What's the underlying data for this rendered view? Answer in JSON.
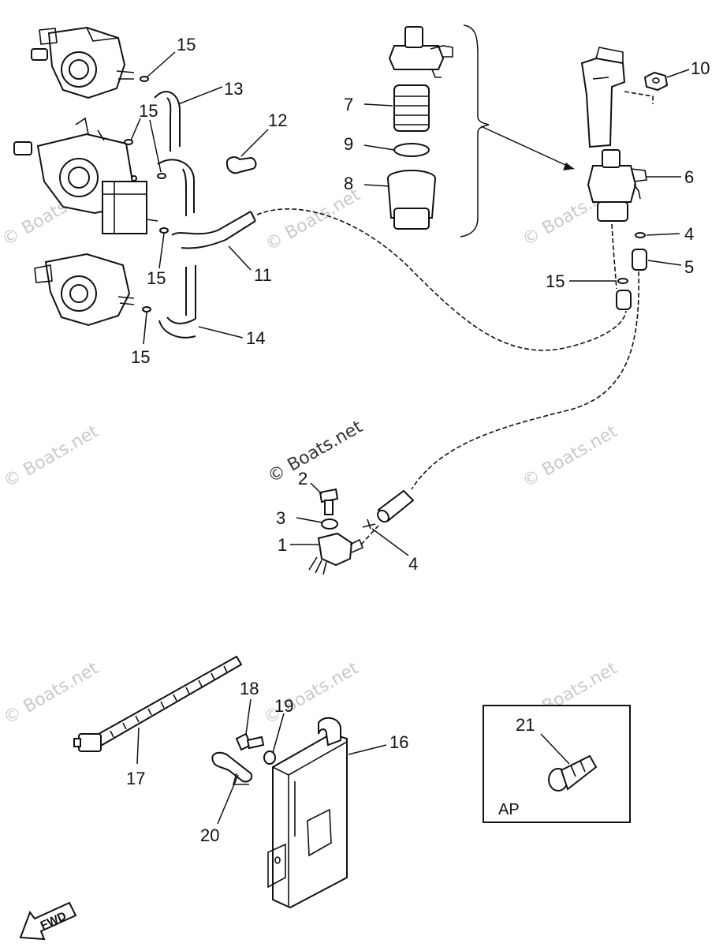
{
  "callouts": [
    {
      "id": "c15a",
      "text": "15"
    },
    {
      "id": "c13",
      "text": "13"
    },
    {
      "id": "c12",
      "text": "12"
    },
    {
      "id": "c15b",
      "text": "15"
    },
    {
      "id": "c15c",
      "text": "15"
    },
    {
      "id": "c11",
      "text": "11"
    },
    {
      "id": "c14",
      "text": "14"
    },
    {
      "id": "c15d",
      "text": "15"
    },
    {
      "id": "c7",
      "text": "7"
    },
    {
      "id": "c9",
      "text": "9"
    },
    {
      "id": "c8",
      "text": "8"
    },
    {
      "id": "c10",
      "text": "10"
    },
    {
      "id": "c6",
      "text": "6"
    },
    {
      "id": "c4a",
      "text": "4"
    },
    {
      "id": "c5",
      "text": "5"
    },
    {
      "id": "c15e",
      "text": "15"
    },
    {
      "id": "c2",
      "text": "2"
    },
    {
      "id": "c3",
      "text": "3"
    },
    {
      "id": "c1",
      "text": "1"
    },
    {
      "id": "c4b",
      "text": "4"
    },
    {
      "id": "c18",
      "text": "18"
    },
    {
      "id": "c19",
      "text": "19"
    },
    {
      "id": "c16",
      "text": "16"
    },
    {
      "id": "c17",
      "text": "17"
    },
    {
      "id": "c20",
      "text": "20"
    },
    {
      "id": "c21",
      "text": "21"
    }
  ],
  "inset_label": "AP",
  "fwd_label": "FWD",
  "watermark_text": "© Boats.net"
}
